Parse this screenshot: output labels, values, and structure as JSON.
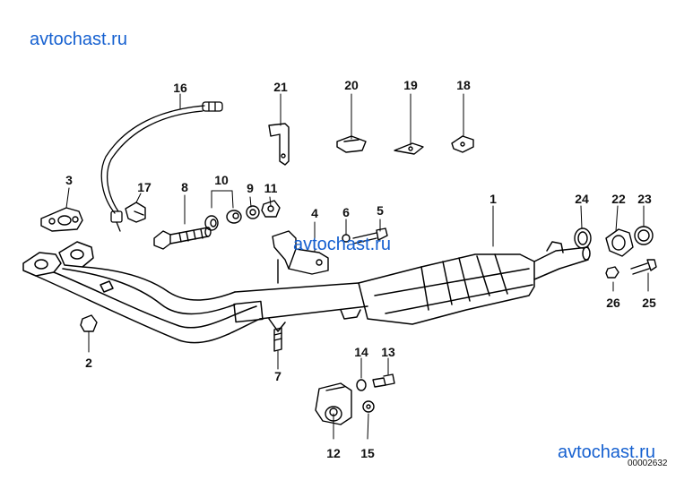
{
  "watermarks": [
    "avtochast.ru",
    "avtochast.ru",
    "avtochast.ru"
  ],
  "diagram_ref": "00002632",
  "callouts": [
    "1",
    "2",
    "3",
    "4",
    "5",
    "6",
    "7",
    "8",
    "9",
    "10",
    "11",
    "12",
    "13",
    "14",
    "15",
    "16",
    "17",
    "18",
    "19",
    "20",
    "21",
    "22",
    "23",
    "24",
    "25",
    "26"
  ],
  "colors": {
    "line": "#000000",
    "watermark": "#1560d0",
    "background": "#ffffff"
  }
}
